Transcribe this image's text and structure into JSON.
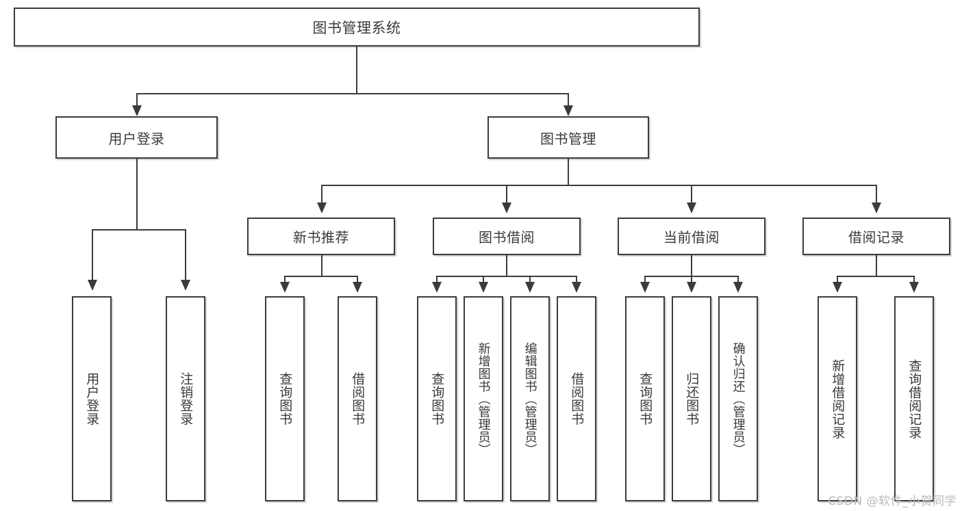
{
  "diagram": {
    "type": "tree-hierarchy",
    "title": "图书管理系统",
    "root": {
      "label": "图书管理系统"
    },
    "level2": [
      {
        "id": "user-login",
        "label": "用户登录"
      },
      {
        "id": "book-manage",
        "label": "图书管理"
      }
    ],
    "level3": [
      {
        "id": "new-book-recommend",
        "label": "新书推荐"
      },
      {
        "id": "book-borrow",
        "label": "图书借阅"
      },
      {
        "id": "current-borrow",
        "label": "当前借阅"
      },
      {
        "id": "borrow-record",
        "label": "借阅记录"
      }
    ],
    "leaves": {
      "user_login": [
        {
          "id": "leaf-user-login",
          "label": "用户登录"
        },
        {
          "id": "leaf-logout-login",
          "label": "注销登录"
        }
      ],
      "new_book_recommend": [
        {
          "id": "leaf-query-book-1",
          "label": "查询图书"
        },
        {
          "id": "leaf-borrow-book-1",
          "label": "借阅图书"
        }
      ],
      "book_borrow": [
        {
          "id": "leaf-query-book-2",
          "label": "查询图书"
        },
        {
          "id": "leaf-add-book",
          "label": "新增图书（管理员）"
        },
        {
          "id": "leaf-edit-book",
          "label": "编辑图书（管理员）"
        },
        {
          "id": "leaf-borrow-book-2",
          "label": "借阅图书"
        }
      ],
      "current_borrow": [
        {
          "id": "leaf-query-book-3",
          "label": "查询图书"
        },
        {
          "id": "leaf-return-book",
          "label": "归还图书"
        },
        {
          "id": "leaf-confirm-return",
          "label": "确认归还（管理员）"
        }
      ],
      "borrow_record": [
        {
          "id": "leaf-add-record",
          "label": "新增借阅记录"
        },
        {
          "id": "leaf-query-record",
          "label": "查询借阅记录"
        }
      ]
    },
    "colors": {
      "border": "#3b3b3b",
      "text": "#3a3a3a",
      "background": "#ffffff",
      "watermark": "#b9b9b9"
    }
  },
  "watermark": {
    "text": "CSDN @软件_小贺同学"
  }
}
